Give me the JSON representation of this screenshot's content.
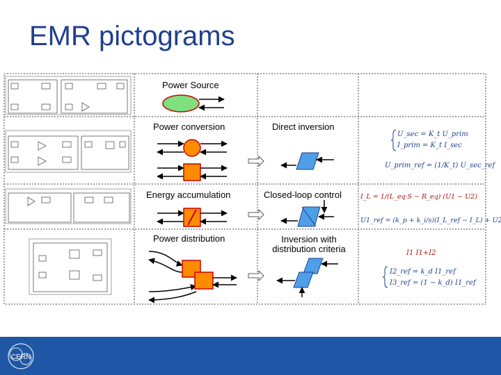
{
  "slide": {
    "title": "EMR pictograms"
  },
  "labels": {
    "power_source": "Power Source",
    "power_conversion": "Power conversion",
    "direct_inversion": "Direct inversion",
    "energy_accumulation": "Energy accumulation",
    "closed_loop_control": "Closed-loop control",
    "power_distribution": "Power distribution",
    "inversion_distribution_line1": "Inversion with",
    "inversion_distribution_line2": "distribution criteria"
  },
  "equations": {
    "conversion_1": "U_sec = K_t U_prim",
    "conversion_2": "I_prim = K_t I_sec",
    "direct_inversion": "U_prim_ref = (1/K_t) U_sec_ref",
    "accumulation": "I_L = 1/(L_eq·S − R_eq) (U1 − U2)",
    "closed_loop": "U1_ref = (k_p + k_i/s)(I_L_ref − I_L) + U2",
    "distribution_1": "I1   I1+I2",
    "distribution_2": "I2_ref = k_d I1_ref",
    "distribution_3": "I3_ref = (1 − k_d) I1_ref"
  },
  "colors": {
    "title": "#1f3f8f",
    "footer": "#1f57a6",
    "source_fill": "#7ee07e",
    "conversion_fill": "#ff8c00",
    "conversion_yellow": "#f5d000",
    "inversion_fill": "#4f9ee8",
    "equation_text": "#1f3f8f",
    "equation_red": "#b01010"
  },
  "logo": {
    "text": "CERN",
    "icon": "cern-logo-icon"
  }
}
